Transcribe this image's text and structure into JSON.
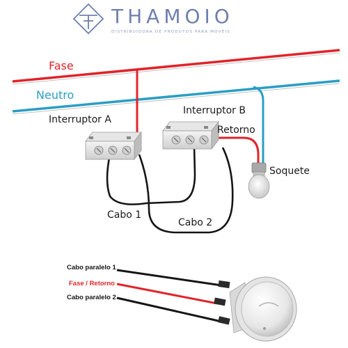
{
  "brand": {
    "name": "THAMOIO",
    "tagline": "DISTRIBUIDORA DE PRODUTOS PARA MÓVEIS",
    "color": "#6f7fae"
  },
  "lines": {
    "fase_label": "Fase",
    "neutro_label": "Neutro",
    "fase_color": "#e0242a",
    "neutro_color": "#2a9ec4"
  },
  "labels": {
    "interruptor_a": "Interruptor A",
    "interruptor_b": "Interruptor B",
    "retorno": "Retorno",
    "soquete": "Soquete",
    "cabo_1": "Cabo 1",
    "cabo_2": "Cabo 2"
  },
  "legend": {
    "cabo_paralelo_1": "Cabo paralelo 1",
    "fase_retorno": "Fase / Retorno",
    "cabo_paralelo_2": "Cabo paralelo 2"
  }
}
